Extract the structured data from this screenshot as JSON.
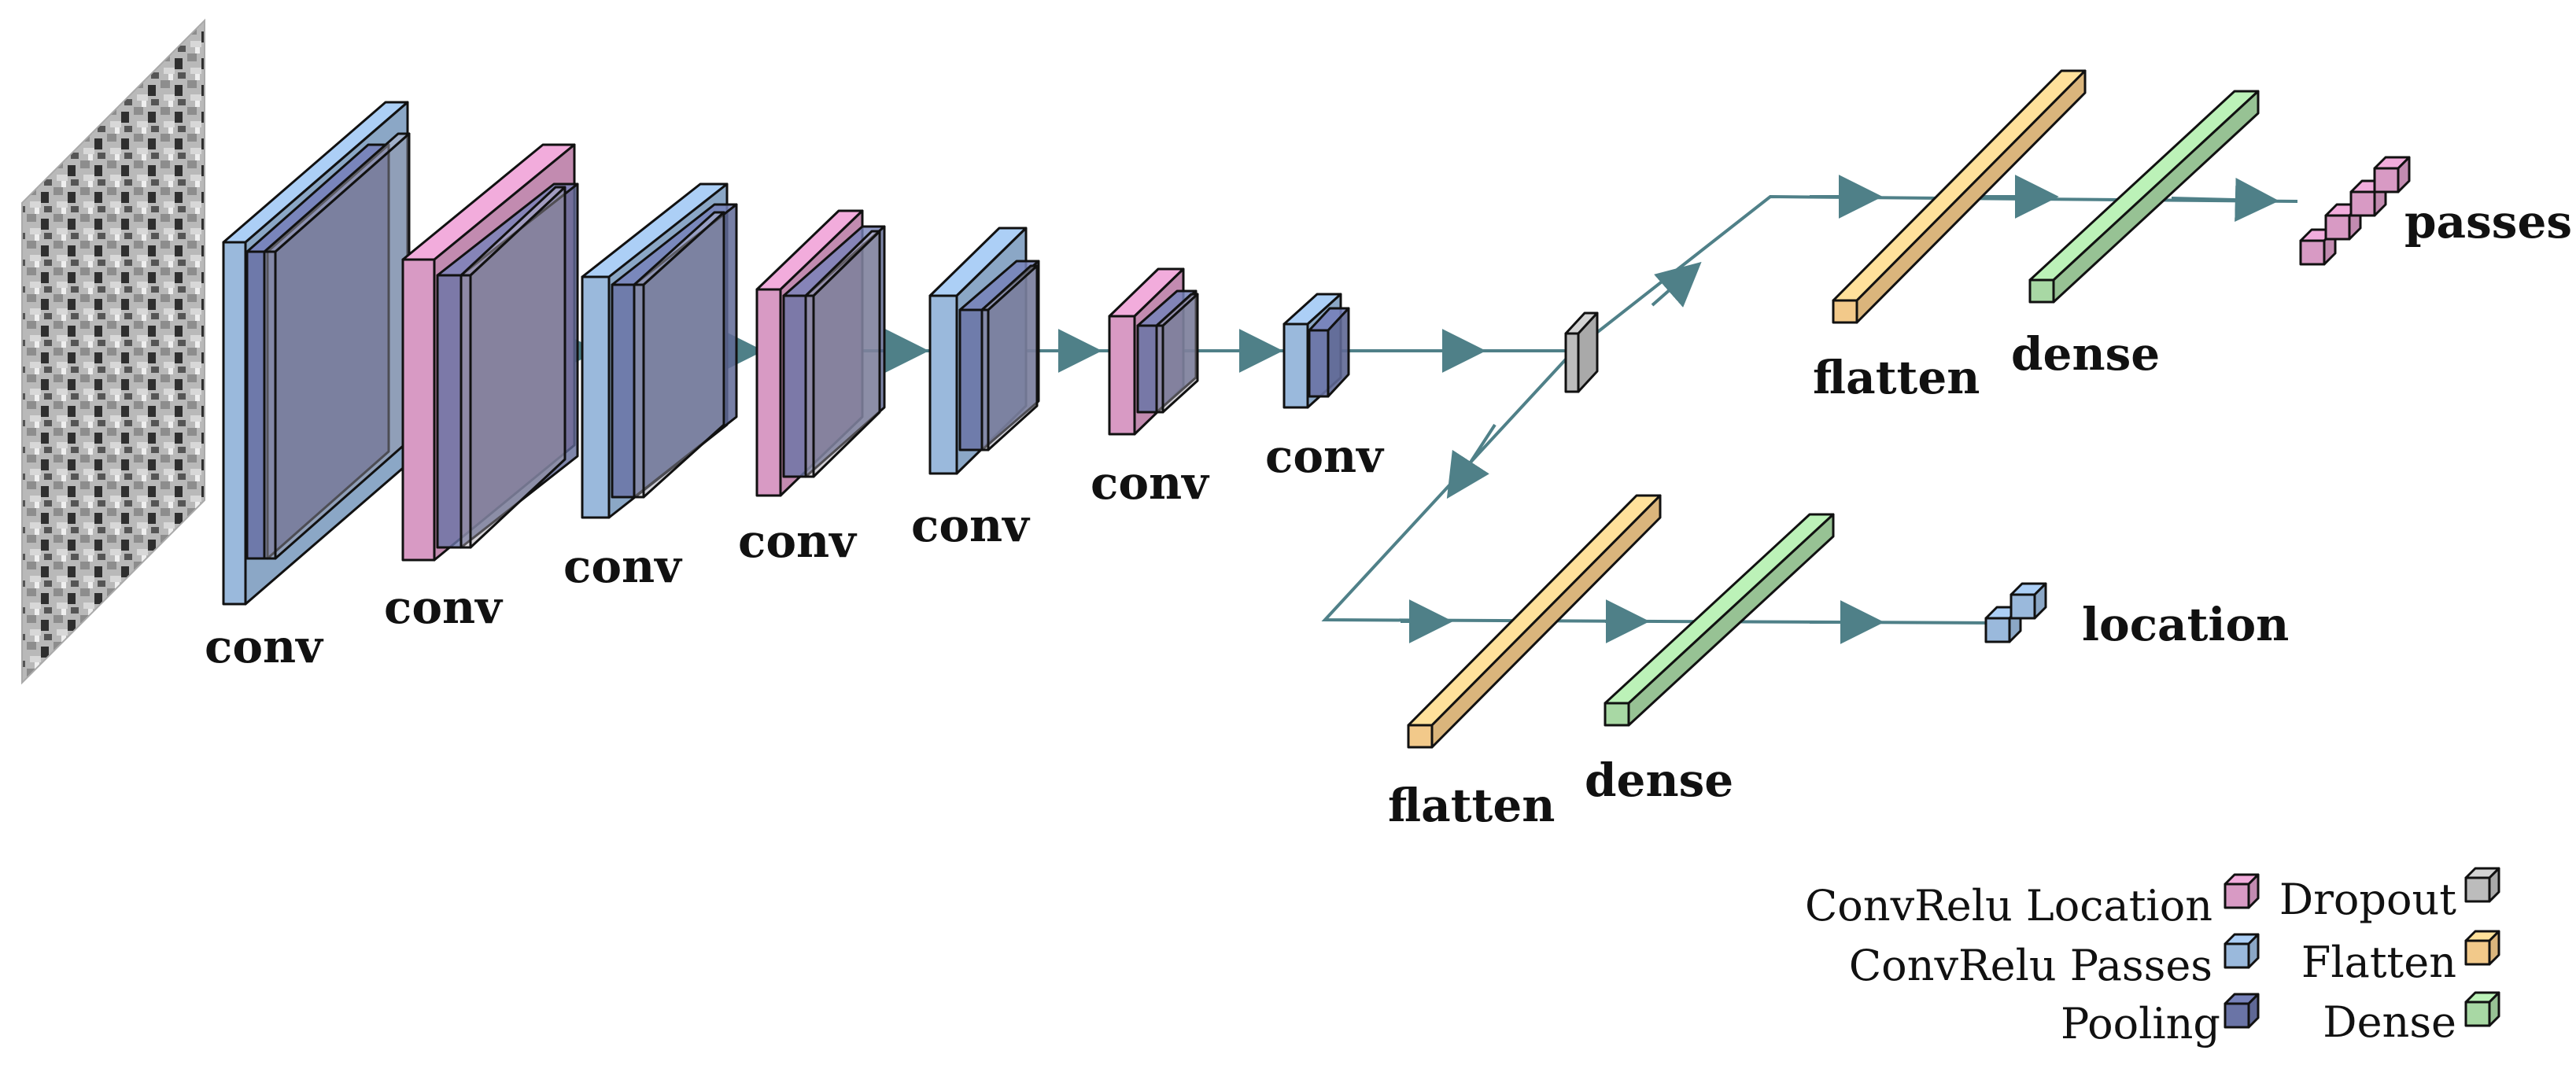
{
  "colors": {
    "convrelu_location": "#d89ac4",
    "convrelu_passes": "#9ab9dc",
    "pooling": "#6a74a6",
    "dropout": "#bcbcbc",
    "flatten": "#f2c98a",
    "dense": "#a8d8a4",
    "flow_line": "#4f8088",
    "outline": "#111111"
  },
  "labels": {
    "conv": "conv",
    "flatten": "flatten",
    "dense": "dense",
    "passes": "passes",
    "location": "location"
  },
  "legend": [
    {
      "label": "ConvRelu Location",
      "color_key": "convrelu_location"
    },
    {
      "label": "ConvRelu Passes",
      "color_key": "convrelu_passes"
    },
    {
      "label": "Pooling",
      "color_key": "pooling"
    },
    {
      "label": "Dropout",
      "color_key": "dropout"
    },
    {
      "label": "Flatten",
      "color_key": "flatten"
    },
    {
      "label": "Dense",
      "color_key": "dense"
    }
  ]
}
